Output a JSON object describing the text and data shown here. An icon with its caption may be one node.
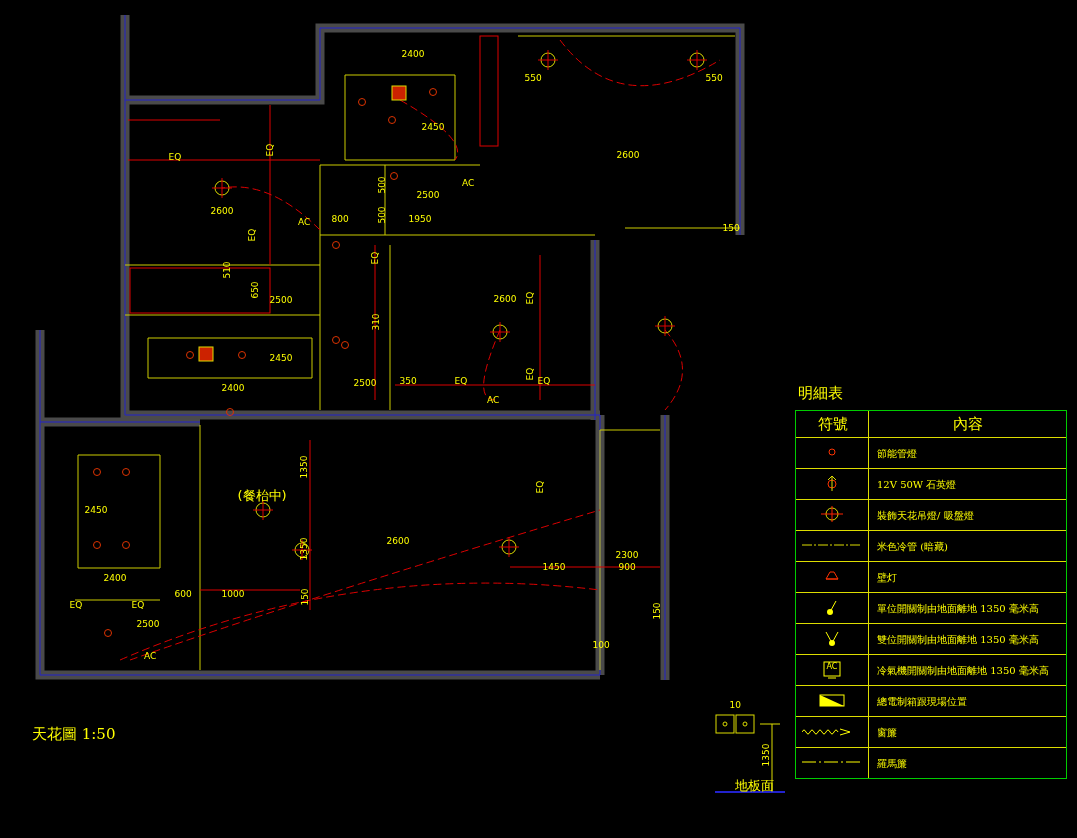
{
  "diagram": {
    "title": "天花圖 1:50",
    "labels": [
      "2400",
      "2450",
      "EQ",
      "EQ",
      "2600",
      "EQ",
      "550",
      "550",
      "500",
      "500",
      "2500",
      "800",
      "1950",
      "AC",
      "AC",
      "2600",
      "150",
      "510",
      "650",
      "2500",
      "EQ",
      "2600",
      "EQ",
      "310",
      "2450",
      "2400",
      "2500",
      "350",
      "EQ",
      "EQ",
      "EQ",
      "AC",
      "明細表",
      "符號",
      "內容",
      "1350",
      "2450",
      "(餐枱中)",
      "2600",
      "EQ",
      "2300",
      "2400",
      "600",
      "1000",
      "1450",
      "900",
      "1350",
      "EQ",
      "EQ",
      "150",
      "2500",
      "AC",
      "150",
      "100",
      "AC",
      "10",
      "1350",
      "地板面"
    ],
    "legend": [
      {
        "text": "節能管燈"
      },
      {
        "text": "12V 50W 石英燈"
      },
      {
        "text": "裝飾天花吊燈/ 吸盤燈"
      },
      {
        "text": "米色冷管 (暗藏)"
      },
      {
        "text": "壁灯"
      },
      {
        "text": "單位開關制由地面離地 1350 毫米高"
      },
      {
        "text": "雙位開關制由地面離地 1350 毫米高"
      },
      {
        "text": "冷氣機開關制由地面離地 1350 毫米高"
      },
      {
        "text": "總電制箱跟現場位置"
      },
      {
        "text": "窗簾"
      },
      {
        "text": "羅馬簾"
      }
    ]
  }
}
